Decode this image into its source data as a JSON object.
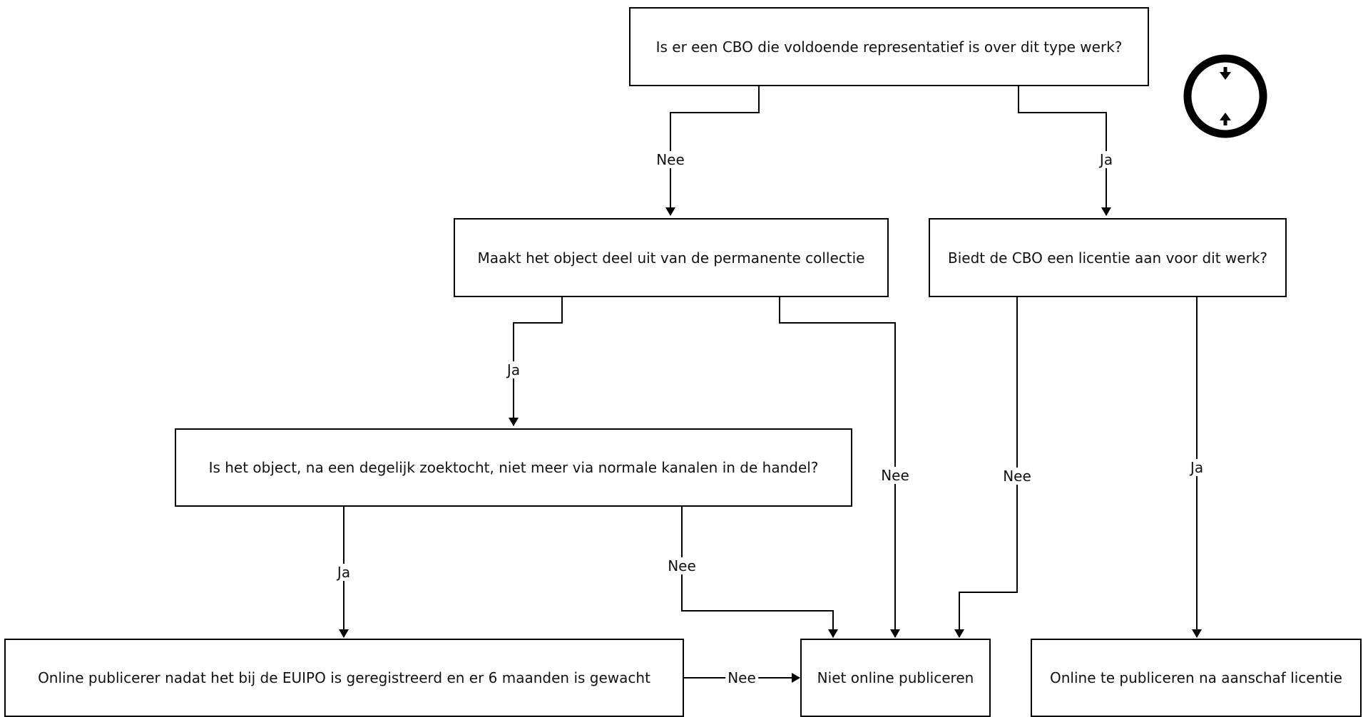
{
  "nodes": {
    "q_cbo": "Is er een CBO die voldoende representatief is over dit type werk?",
    "q_collectie": "Maakt het object deel uit van de permanente collectie",
    "q_licentie": "Biedt de CBO een licentie aan voor dit werk?",
    "q_handel": "Is het object, na een degelijk zoektocht, niet meer via normale kanalen in de handel?",
    "r_euipo": "Online publicerer nadat het bij de EUIPO is geregistreerd en er 6 maanden is gewacht",
    "r_niet": "Niet online publiceren",
    "r_licentie": "Online te publiceren na aanschaf licentie"
  },
  "edge_labels": {
    "cbo_nee": "Nee",
    "cbo_ja": "Ja",
    "collectie_ja": "Ja",
    "collectie_nee": "Nee",
    "licentie_nee": "Nee",
    "licentie_ja": "Ja",
    "handel_ja": "Ja",
    "handel_nee": "Nee",
    "euipo_nee": "Nee"
  },
  "toolbar": {
    "icon": "fit-vertical-icon"
  }
}
